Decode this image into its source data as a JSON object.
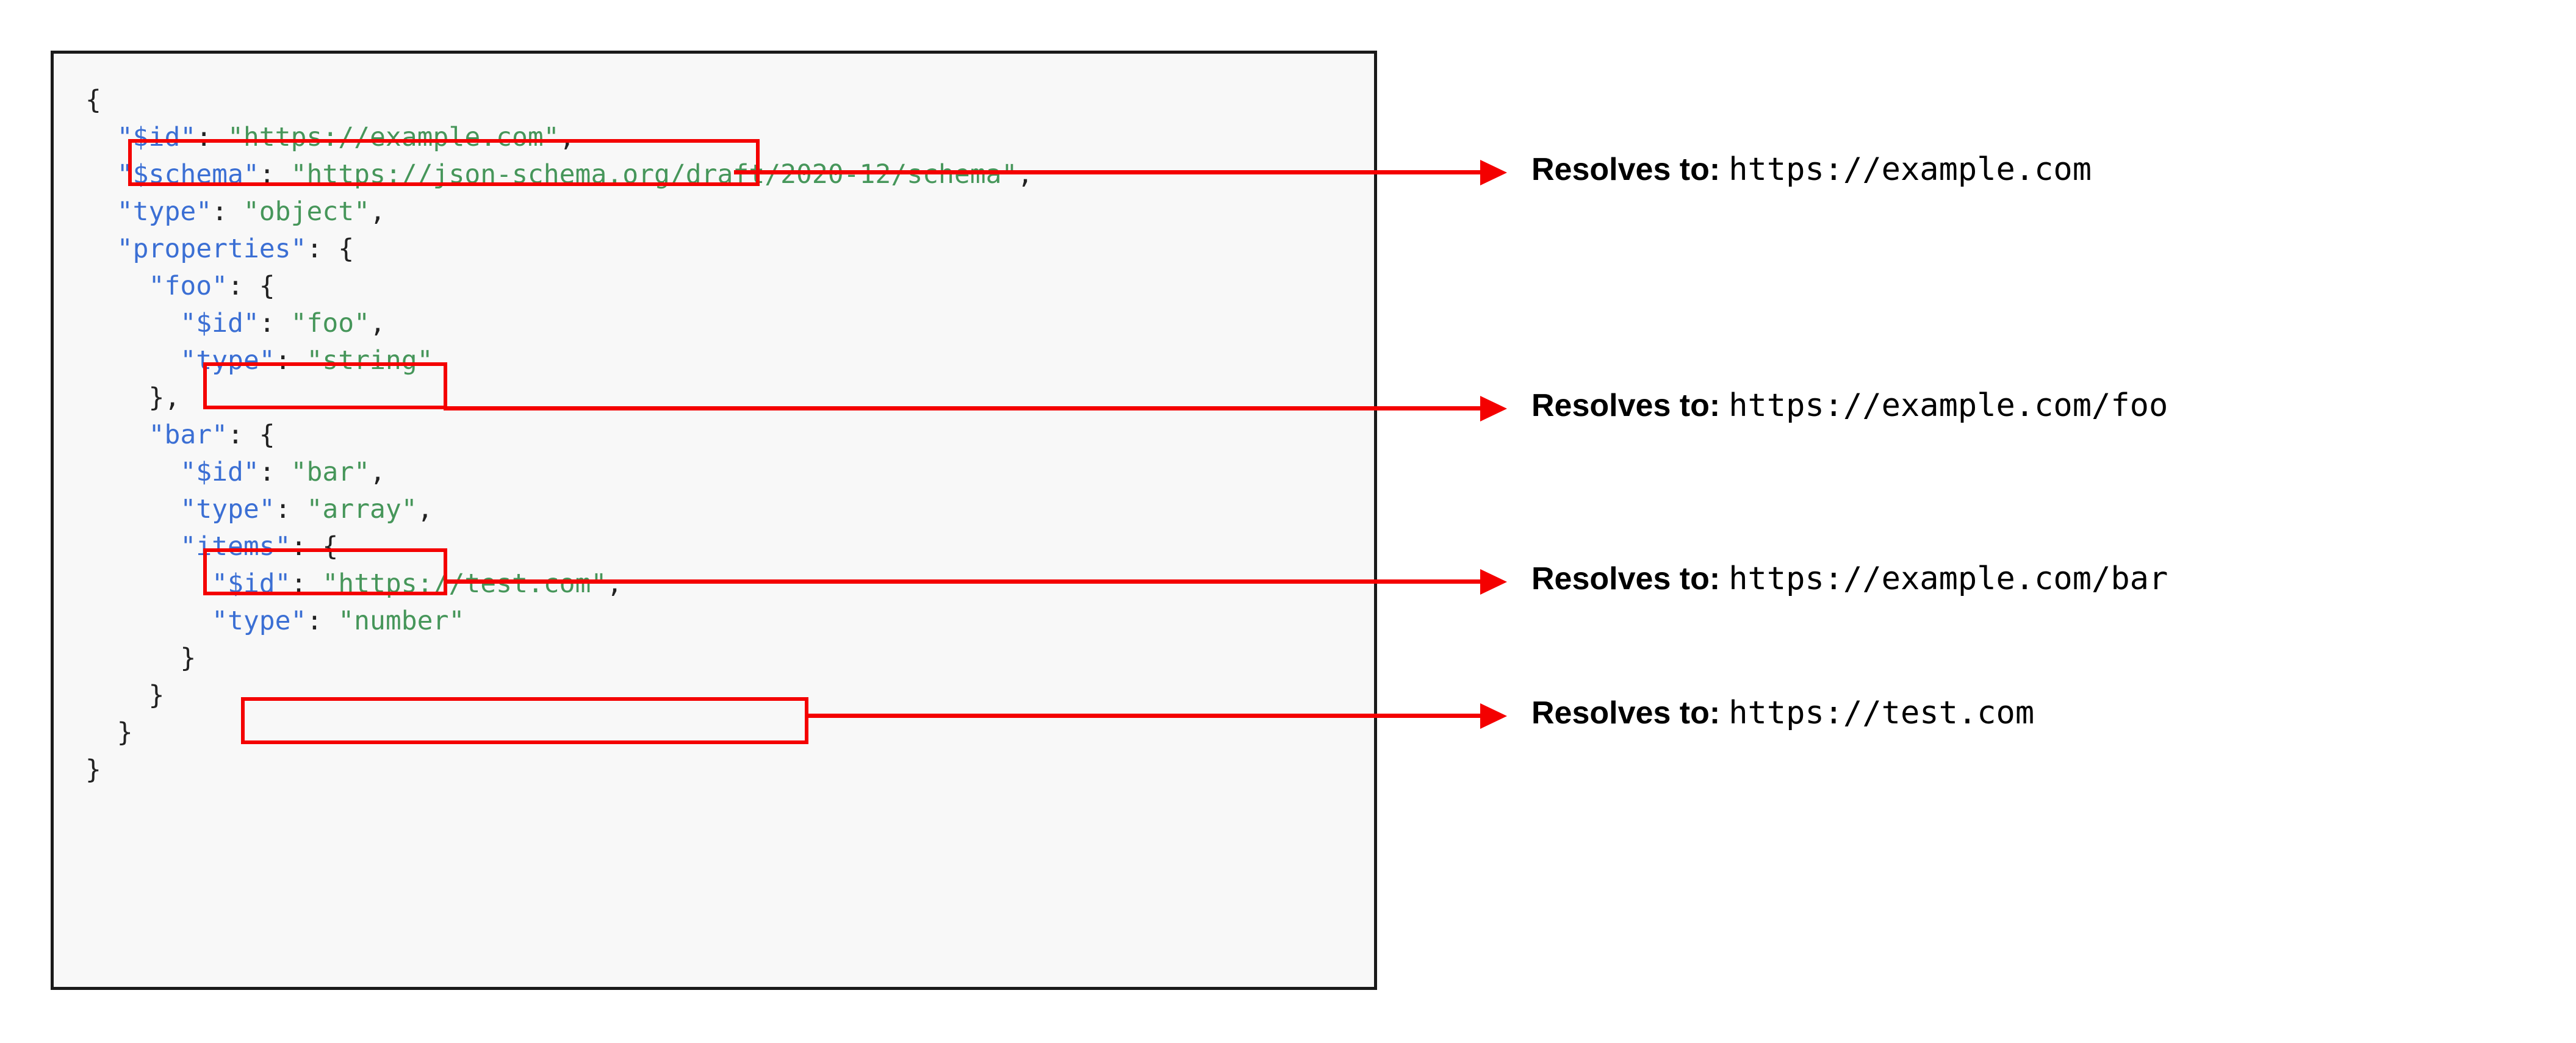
{
  "code_block": {
    "language": "json",
    "background_color": "#f8f8f8",
    "border_color": "#1a1a1a",
    "key_color": "#3b6fd4",
    "string_color": "#46965a",
    "lines": [
      {
        "indent": 0,
        "text": "{"
      },
      {
        "indent": 2,
        "key": "\"$id\"",
        "value": "\"https://example.com\"",
        "trailing": ","
      },
      {
        "indent": 2,
        "key": "\"$schema\"",
        "value": "\"https://json-schema.org/draft/2020-12/schema\"",
        "trailing": ","
      },
      {
        "indent": 2,
        "key": "\"type\"",
        "value": "\"object\"",
        "trailing": ","
      },
      {
        "indent": 2,
        "key": "\"properties\"",
        "value": "{",
        "trailing": ""
      },
      {
        "indent": 4,
        "key": "\"foo\"",
        "value": "{",
        "trailing": ""
      },
      {
        "indent": 6,
        "key": "\"$id\"",
        "value": "\"foo\"",
        "trailing": ","
      },
      {
        "indent": 6,
        "key": "\"type\"",
        "value": "\"string\"",
        "trailing": ""
      },
      {
        "indent": 4,
        "text": "},"
      },
      {
        "indent": 4,
        "key": "\"bar\"",
        "value": "{",
        "trailing": ""
      },
      {
        "indent": 6,
        "key": "\"$id\"",
        "value": "\"bar\"",
        "trailing": ","
      },
      {
        "indent": 6,
        "key": "\"type\"",
        "value": "\"array\"",
        "trailing": ","
      },
      {
        "indent": 6,
        "key": "\"items\"",
        "value": "{",
        "trailing": ""
      },
      {
        "indent": 8,
        "key": "\"$id\"",
        "value": "\"https://test.com\"",
        "trailing": ","
      },
      {
        "indent": 8,
        "key": "\"type\"",
        "value": "\"number\"",
        "trailing": ""
      },
      {
        "indent": 6,
        "text": "}"
      },
      {
        "indent": 4,
        "text": "}"
      },
      {
        "indent": 2,
        "text": "}"
      },
      {
        "indent": 0,
        "text": "}"
      }
    ]
  },
  "annotations": {
    "highlight_color": "#f40000",
    "items": [
      {
        "id": "root-id",
        "highlighted_code": "\"$id\": \"https://example.com\",",
        "lead_label": "Resolves to:",
        "resolved_url": "https://example.com"
      },
      {
        "id": "foo-id",
        "highlighted_code": "\"$id\": \"foo\"",
        "lead_label": "Resolves to:",
        "resolved_url": "https://example.com/foo"
      },
      {
        "id": "bar-id",
        "highlighted_code": "\"$id\": \"bar\"",
        "lead_label": "Resolves to:",
        "resolved_url": "https://example.com/bar"
      },
      {
        "id": "items-id",
        "highlighted_code": "\"$id\": \"https://test.com\",",
        "lead_label": "Resolves to:",
        "resolved_url": "https://test.com"
      }
    ]
  }
}
